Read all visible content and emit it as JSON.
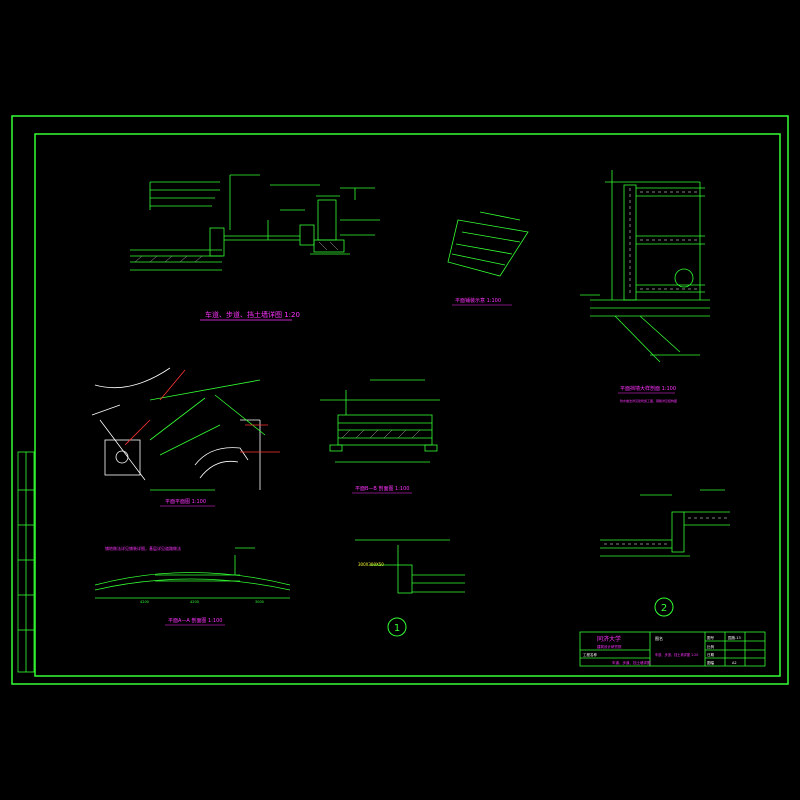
{
  "colors": {
    "background": "#000000",
    "frame": "#33ff33",
    "title_text": "#ff33ff",
    "detail_lines": "#33ff33",
    "dimension_lines": "#33ff33",
    "annotation": "#ffff33",
    "callout": "#ff3333",
    "hatch": "#aaaaaa",
    "white": "#ffffff"
  },
  "views": {
    "top_left_title": "车道、步道、挡土墙详图 1:20",
    "paving_plan_title": "平面铺装示意 1:100",
    "wall_section_title": "平面挡墙大样剖面 1:100",
    "wall_section_note": "防水做法详见建筑施工图，钢筋详见结构图",
    "plan_title": "平面平面图 1:100",
    "section_b_title": "平面B—B 剖面图 1:100",
    "section_a_title": "平面A—A 剖面图 1:100",
    "section_a_note": "铺地做法详见铺装详图，基层详见道路做法",
    "step_spec": "300X300X50",
    "section_a_dims": [
      "4200",
      "4200",
      "3000"
    ],
    "detail_1": "1",
    "detail_2": "2"
  },
  "title_block": {
    "company": "同济大学",
    "company_sub": "建筑设计研究院",
    "project_label": "工程名称",
    "drawing_label": "图名",
    "drawing_name": "车道、步道、挡土墙详图",
    "drawing_no_label": "图号",
    "drawing_no": "园施-13",
    "scale_label": "比例",
    "date_label": "日期",
    "sheet_label": "图幅",
    "sheet": "A2"
  }
}
